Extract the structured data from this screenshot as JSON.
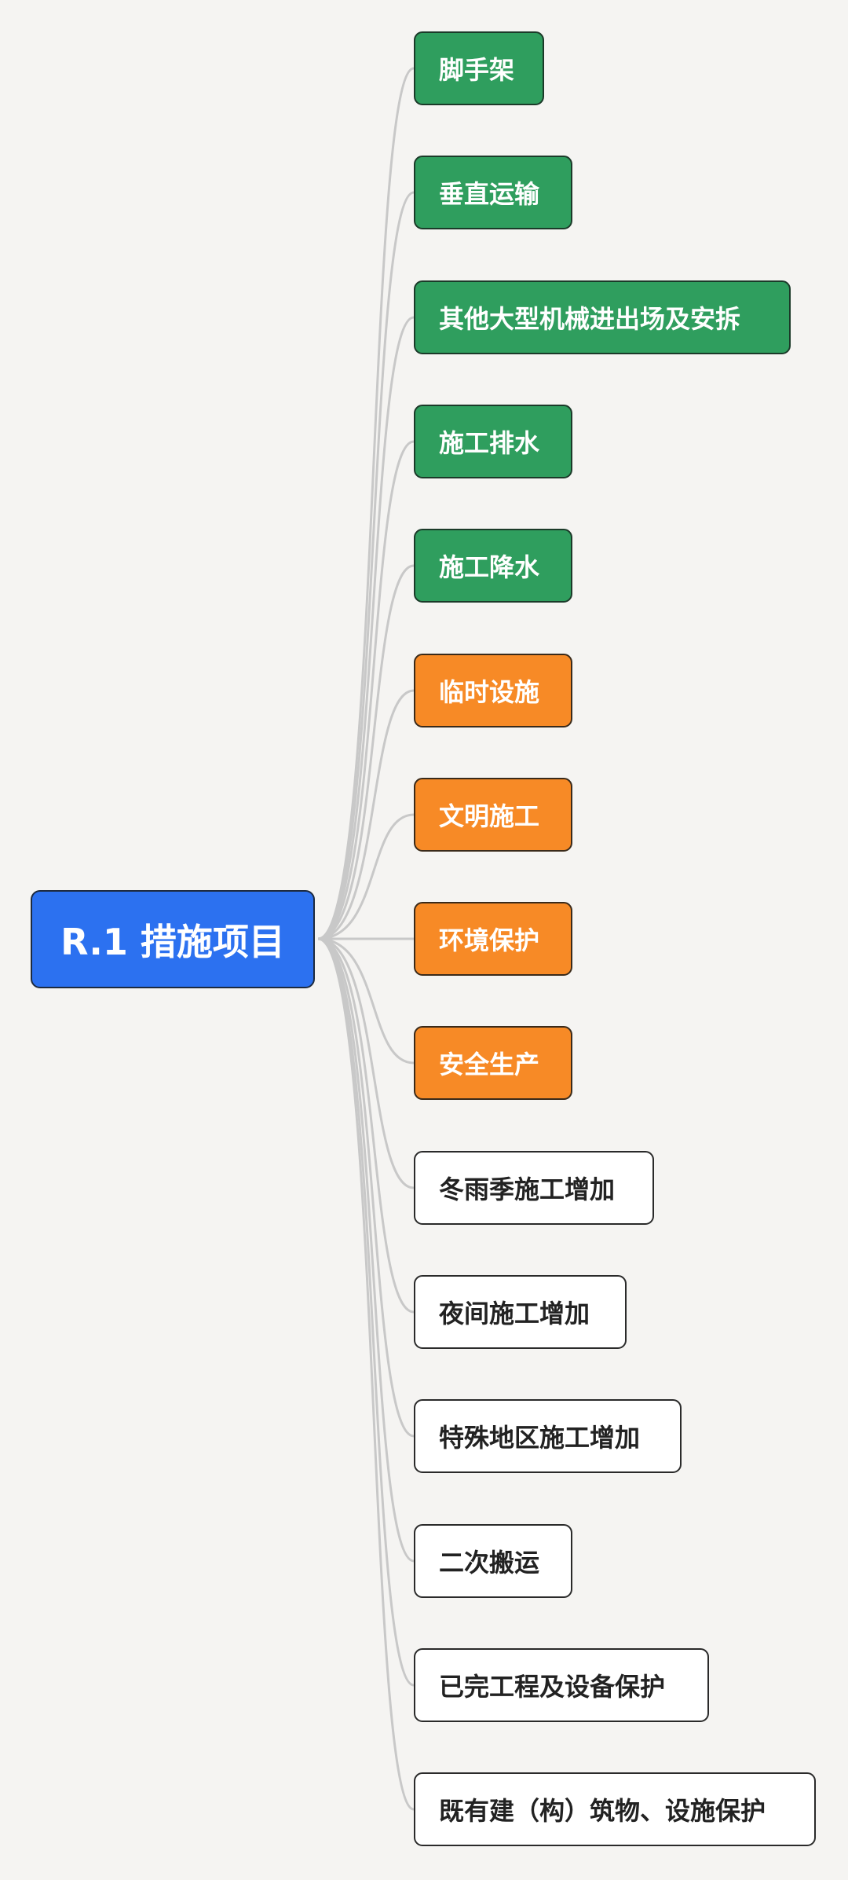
{
  "root": {
    "label": "R.1 措施项目",
    "color": "#2c71f0"
  },
  "palette": {
    "green": "#2f9e5e",
    "orange": "#f78a26",
    "white": "#ffffff",
    "connector": "#c8c8c8"
  },
  "children": [
    {
      "label": "脚手架",
      "color": "green"
    },
    {
      "label": "垂直运输",
      "color": "green"
    },
    {
      "label": "其他大型机械进出场及安拆",
      "color": "green"
    },
    {
      "label": "施工排水",
      "color": "green"
    },
    {
      "label": "施工降水",
      "color": "green"
    },
    {
      "label": "临时设施",
      "color": "orange"
    },
    {
      "label": "文明施工",
      "color": "orange"
    },
    {
      "label": "环境保护",
      "color": "orange"
    },
    {
      "label": "安全生产",
      "color": "orange"
    },
    {
      "label": "冬雨季施工增加",
      "color": "white"
    },
    {
      "label": "夜间施工增加",
      "color": "white"
    },
    {
      "label": "特殊地区施工增加",
      "color": "white"
    },
    {
      "label": "二次搬运",
      "color": "white"
    },
    {
      "label": "已完工程及设备保护",
      "color": "white"
    },
    {
      "label": "既有建（构）筑物、设施保护",
      "color": "white"
    }
  ]
}
